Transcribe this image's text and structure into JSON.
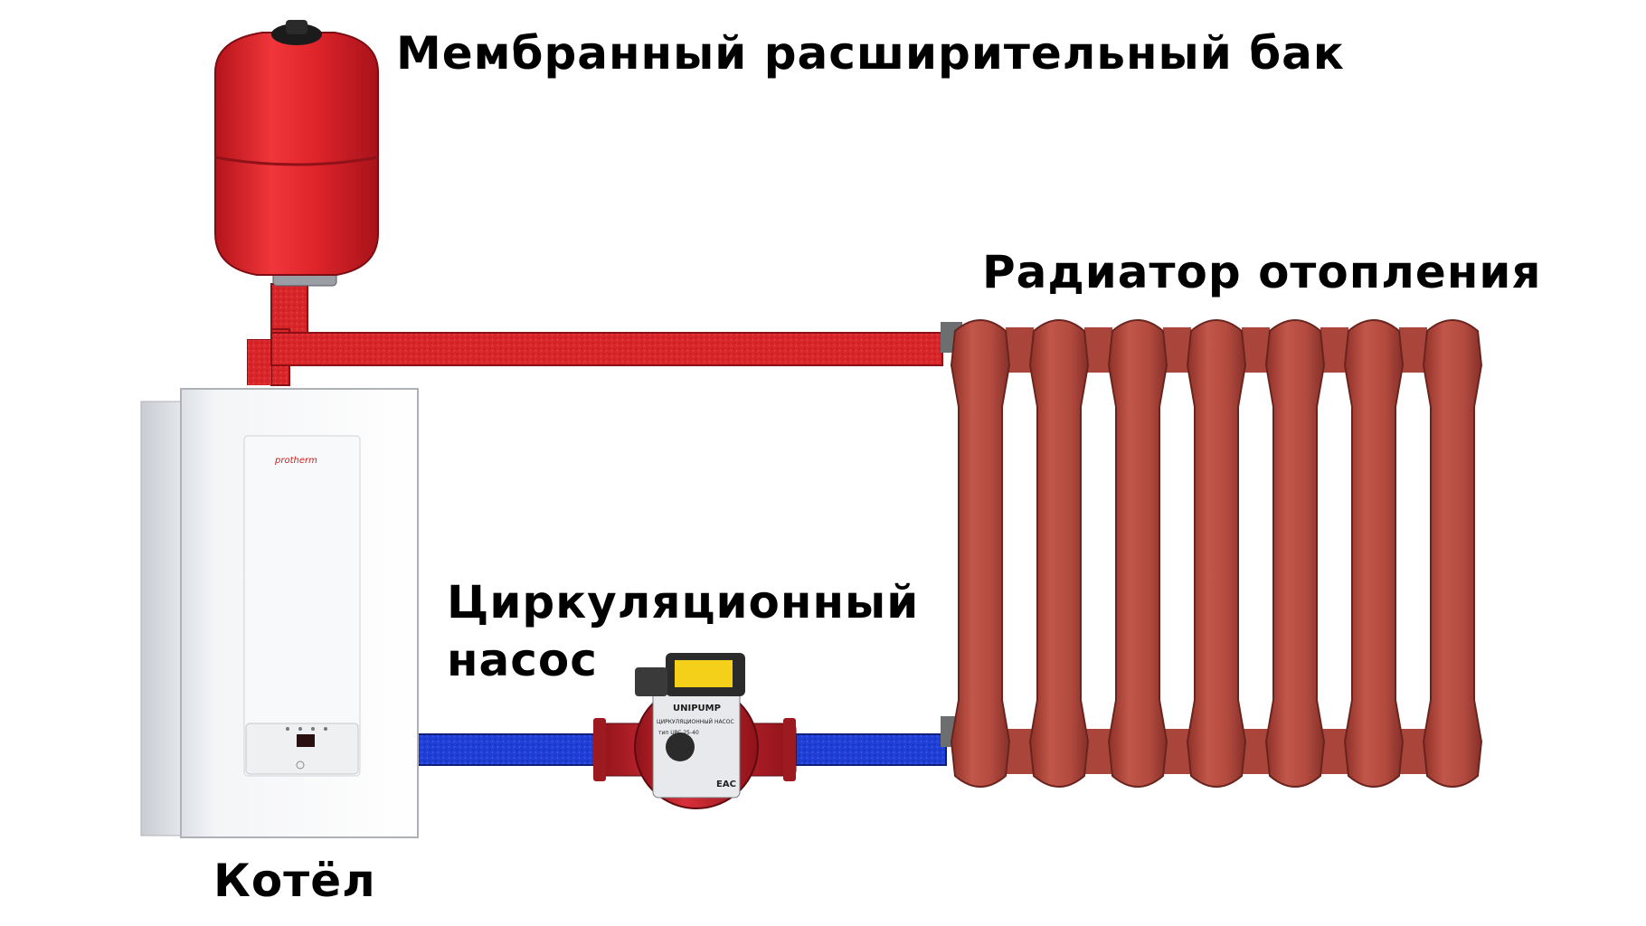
{
  "labels": {
    "tank": "Мембранный расширительный бак",
    "radiator": "Радиатор отопления",
    "pump_line1": "Циркуляционный",
    "pump_line2": "насос",
    "boiler": "Котёл"
  },
  "device_text": {
    "boiler_brand": "protherm",
    "pump_brand": "UNIPUMP",
    "pump_title": "ЦИРКУЛЯЦИОННЫЙ НАСОС",
    "pump_model": "тип UPC 25-40",
    "pump_mark": "EAC"
  },
  "colors": {
    "supply_pipe": "#d9262b",
    "return_pipe": "#1f3fd6",
    "radiator": "#b24a3f",
    "tank": "#e0252b",
    "boiler": "#f4f5f7",
    "pump": "#c8232c"
  }
}
